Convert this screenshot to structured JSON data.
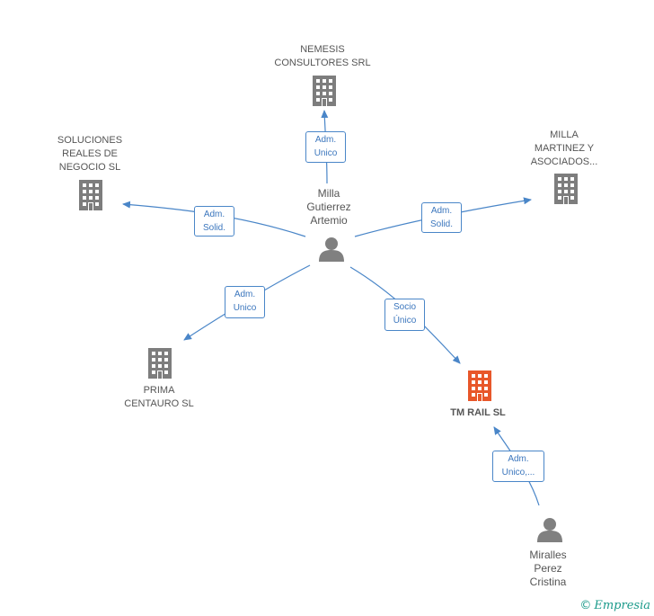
{
  "colors": {
    "edge": "#4a86c8",
    "company": "#7d7d7d",
    "highlight": "#e8572a",
    "person": "#808080"
  },
  "nodes": {
    "nemesis": {
      "label": "NEMESIS\nCONSULTORES SRL",
      "icon": "building-icon"
    },
    "soluciones": {
      "label": "SOLUCIONES\nREALES DE\nNEGOCIO SL",
      "icon": "building-icon"
    },
    "milla_martinez": {
      "label": "MILLA\nMARTINEZ Y\nASOCIADOS...",
      "icon": "building-icon"
    },
    "prima": {
      "label": "PRIMA\nCENTAURO SL",
      "icon": "building-icon"
    },
    "tm_rail": {
      "label": "TM RAIL  SL",
      "icon": "building-icon"
    },
    "milla_gutierrez": {
      "label": "Milla\nGutierrez\nArtemio",
      "icon": "person-icon"
    },
    "miralles": {
      "label": "Miralles\nPerez\nCristina",
      "icon": "person-icon"
    }
  },
  "edges": {
    "to_nemesis": "Adm.\nUnico",
    "to_soluciones": "Adm.\nSolid.",
    "to_milla_martinez": "Adm.\nSolid.",
    "to_prima": "Adm.\nUnico",
    "to_tm_rail": "Socio\nÚnico",
    "miralles_to_tm_rail": "Adm.\nUnico,..."
  },
  "credit": {
    "symbol": "©",
    "brand": "Empresia"
  }
}
